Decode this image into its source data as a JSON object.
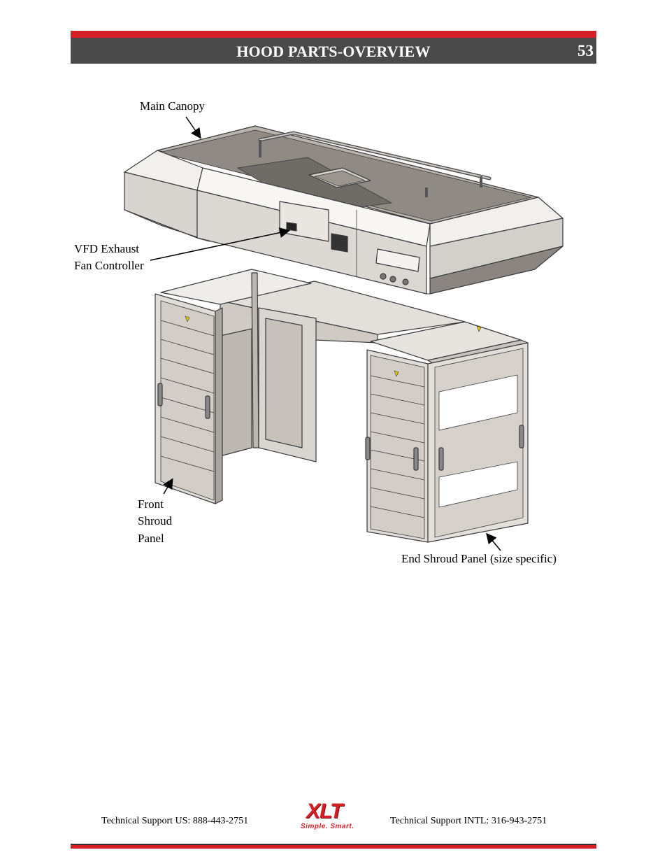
{
  "header": {
    "title": "HOOD PARTS-OVERVIEW",
    "page_number": "53"
  },
  "callouts": {
    "main_canopy": "Main Canopy",
    "vfd_line1": "VFD Exhaust",
    "vfd_line2": "Fan Controller",
    "front_line1": "Front",
    "front_line2": "Shroud",
    "front_line3": "Panel",
    "end_shroud": "End Shroud Panel (size specific)"
  },
  "footer": {
    "support_us": "Technical Support  US:  888-443-2751",
    "support_intl": "Technical Support  INTL:  316-943-2751",
    "logo_text": "XLT",
    "logo_tagline": "Simple. Smart."
  },
  "colors": {
    "accent_red": "#d51f26",
    "header_gray": "#4a4a4a",
    "panel_fill": "#d8d4cf"
  }
}
